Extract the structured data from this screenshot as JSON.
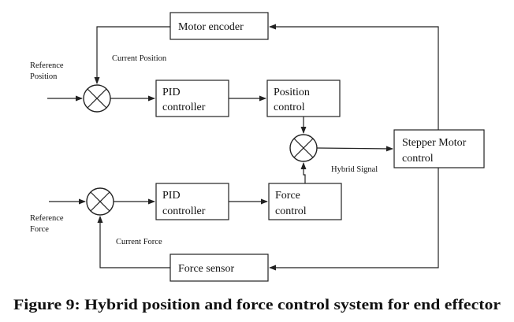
{
  "diagram": {
    "blocks": {
      "motor_encoder": "Motor encoder",
      "pid_top_line1": "PID",
      "pid_top_line2": "controller",
      "position_control_line1": "Position",
      "position_control_line2": "control",
      "stepper_line1": "Stepper Motor",
      "stepper_line2": "control",
      "pid_bottom_line1": "PID",
      "pid_bottom_line2": "controller",
      "force_control_line1": "Force",
      "force_control_line2": "control",
      "force_sensor": "Force sensor"
    },
    "labels": {
      "reference_position_line1": "Reference",
      "reference_position_line2": "Position",
      "current_position": "Current Position",
      "hybrid_signal": "Hybrid Signal",
      "reference_force_line1": "Reference",
      "reference_force_line2": "Force",
      "current_force": "Current Force"
    }
  },
  "caption": "Figure 9: Hybrid position and force control system for end effector"
}
